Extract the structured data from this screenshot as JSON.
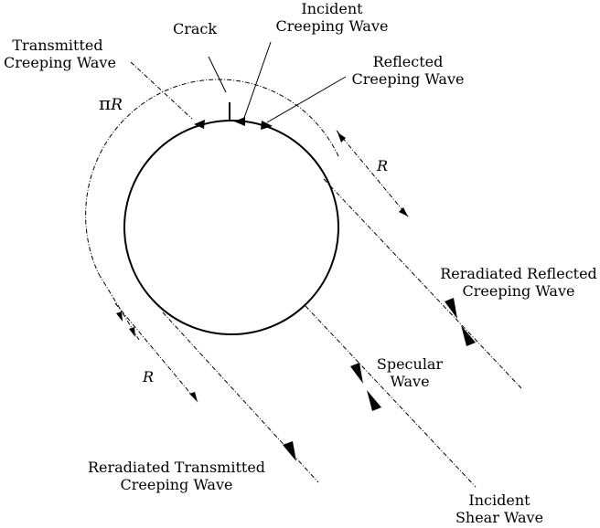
{
  "labels": {
    "crack": "Crack",
    "incident_creeping_wave": [
      "Incident",
      "Creeping Wave"
    ],
    "transmitted_creeping_wave": [
      "Transmitted",
      "Creeping Wave"
    ],
    "reflected_creeping_wave": [
      "Reflected",
      "Creeping Wave"
    ],
    "pi_r": {
      "pi": "π",
      "r": "R"
    },
    "r_right": "R",
    "r_left": "R",
    "reradiated_reflected_creeping_wave": [
      "Reradiated Reflected",
      "Creeping Wave"
    ],
    "specular_wave": [
      "Specular",
      "Wave"
    ],
    "reradiated_transmitted_creeping_wave": [
      "Reradiated Transmitted",
      "Creeping Wave"
    ],
    "incident_shear_wave": [
      "Incident",
      "Shear Wave"
    ]
  }
}
